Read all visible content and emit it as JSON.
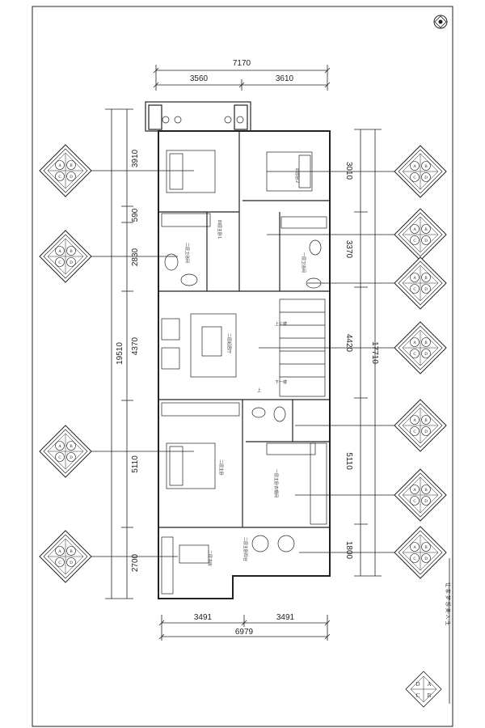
{
  "dimensions": {
    "top_total": "7170",
    "top_left": "3560",
    "top_right": "3610",
    "bottom_left": "3491",
    "bottom_right": "3491",
    "bottom_total": "6979",
    "left_total": "19510",
    "right_total": "17710",
    "left_segments": [
      "3910",
      "590",
      "2830",
      "4370",
      "5110",
      "2700"
    ],
    "right_segments": [
      "3010",
      "3370",
      "4420",
      "5110",
      "1800"
    ]
  },
  "rooms": {
    "bedroom_upper_left": "四层主卧1",
    "bedroom_upper_right": "四层卧2",
    "bath_left": "二层卫浴间",
    "bath_right": "一层卫浴间",
    "living": "二层起居厅",
    "master_bedroom": "二层主卧",
    "wardrobe": "一层主卧衣帽间",
    "study": "二层书房",
    "balcony": "二层主卧阳台"
  },
  "stair_labels": {
    "up": "上三楼",
    "down": "下一楼",
    "up2": "上"
  },
  "side_text": "让·家·梦·想·美·入·生",
  "compass_letters": [
    "D",
    "A",
    "C",
    "B"
  ],
  "colors": {
    "line": "#222222",
    "paper": "#ffffff"
  }
}
